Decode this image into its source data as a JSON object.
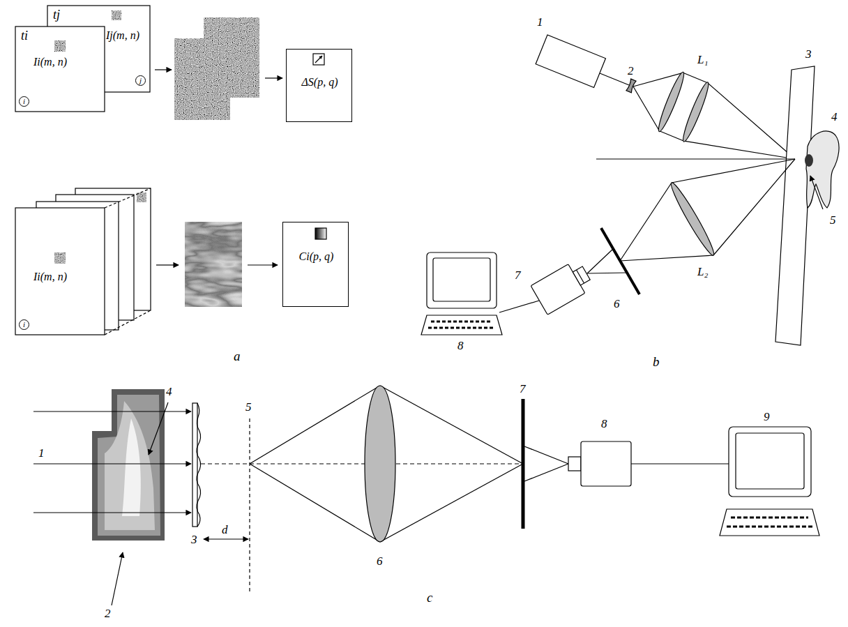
{
  "diagram": {
    "nodes": [
      {
        "text": [
          "ti",
          "Ii(m, n)",
          "i"
        ]
      },
      {
        "text": [
          "tj",
          "Ij(m, n)",
          "j"
        ]
      },
      {
        "text": [
          "ΔS(p, q)"
        ]
      },
      {
        "text": [
          "Ii(m, n)",
          "i"
        ]
      },
      {
        "text": [
          "Ci(p, q)"
        ]
      }
    ],
    "labels": [
      "a",
      "1",
      "2",
      "L₁",
      "3",
      "4",
      "5",
      "L₂",
      "6",
      "7",
      "8",
      "b",
      "1",
      "4",
      "2",
      "3",
      "d",
      "5",
      "6",
      "7",
      "8",
      "9",
      "c"
    ]
  }
}
